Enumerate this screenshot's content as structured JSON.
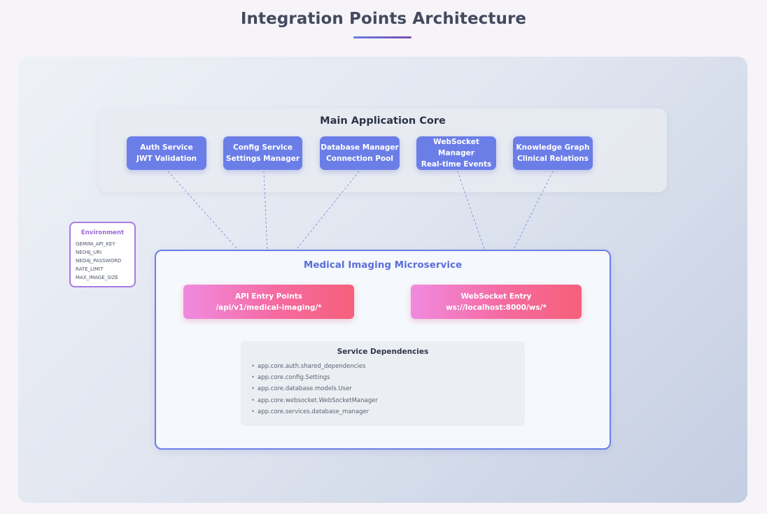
{
  "title": "Integration Points Architecture",
  "core": {
    "title": "Main Application Core",
    "services": [
      {
        "name": "Auth Service",
        "detail": "JWT Validation"
      },
      {
        "name": "Config Service",
        "detail": "Settings Manager"
      },
      {
        "name": "Database Manager",
        "detail": "Connection Pool"
      },
      {
        "name": "WebSocket Manager",
        "detail": "Real-time Events"
      },
      {
        "name": "Knowledge Graph",
        "detail": "Clinical Relations"
      }
    ]
  },
  "environment": {
    "title": "Environment",
    "items": [
      "GEMINI_API_KEY",
      "NEO4J_URI",
      "NEO4J_PASSWORD",
      "RATE_LIMIT",
      "MAX_IMAGE_SIZE"
    ]
  },
  "microservice": {
    "title": "Medical Imaging Microservice",
    "api_entry": {
      "name": "API Entry Points",
      "detail": "/api/v1/medical-imaging/*"
    },
    "ws_entry": {
      "name": "WebSocket Entry",
      "detail": "ws://localhost:8000/ws/*"
    },
    "dependencies": {
      "title": "Service Dependencies",
      "items": [
        "app.core.auth.shared_dependencies",
        "app.core.config.Settings",
        "app.core.database.models.User",
        "app.core.websocket.WebSocketManager",
        "app.core.services.database_manager"
      ]
    }
  },
  "colors": {
    "core_service": "#6b7ee8",
    "entry_gradient_start": "#f08ae0",
    "entry_gradient_end": "#f5607a",
    "environment_border": "#a77be0",
    "connector": "#8a96e0"
  }
}
